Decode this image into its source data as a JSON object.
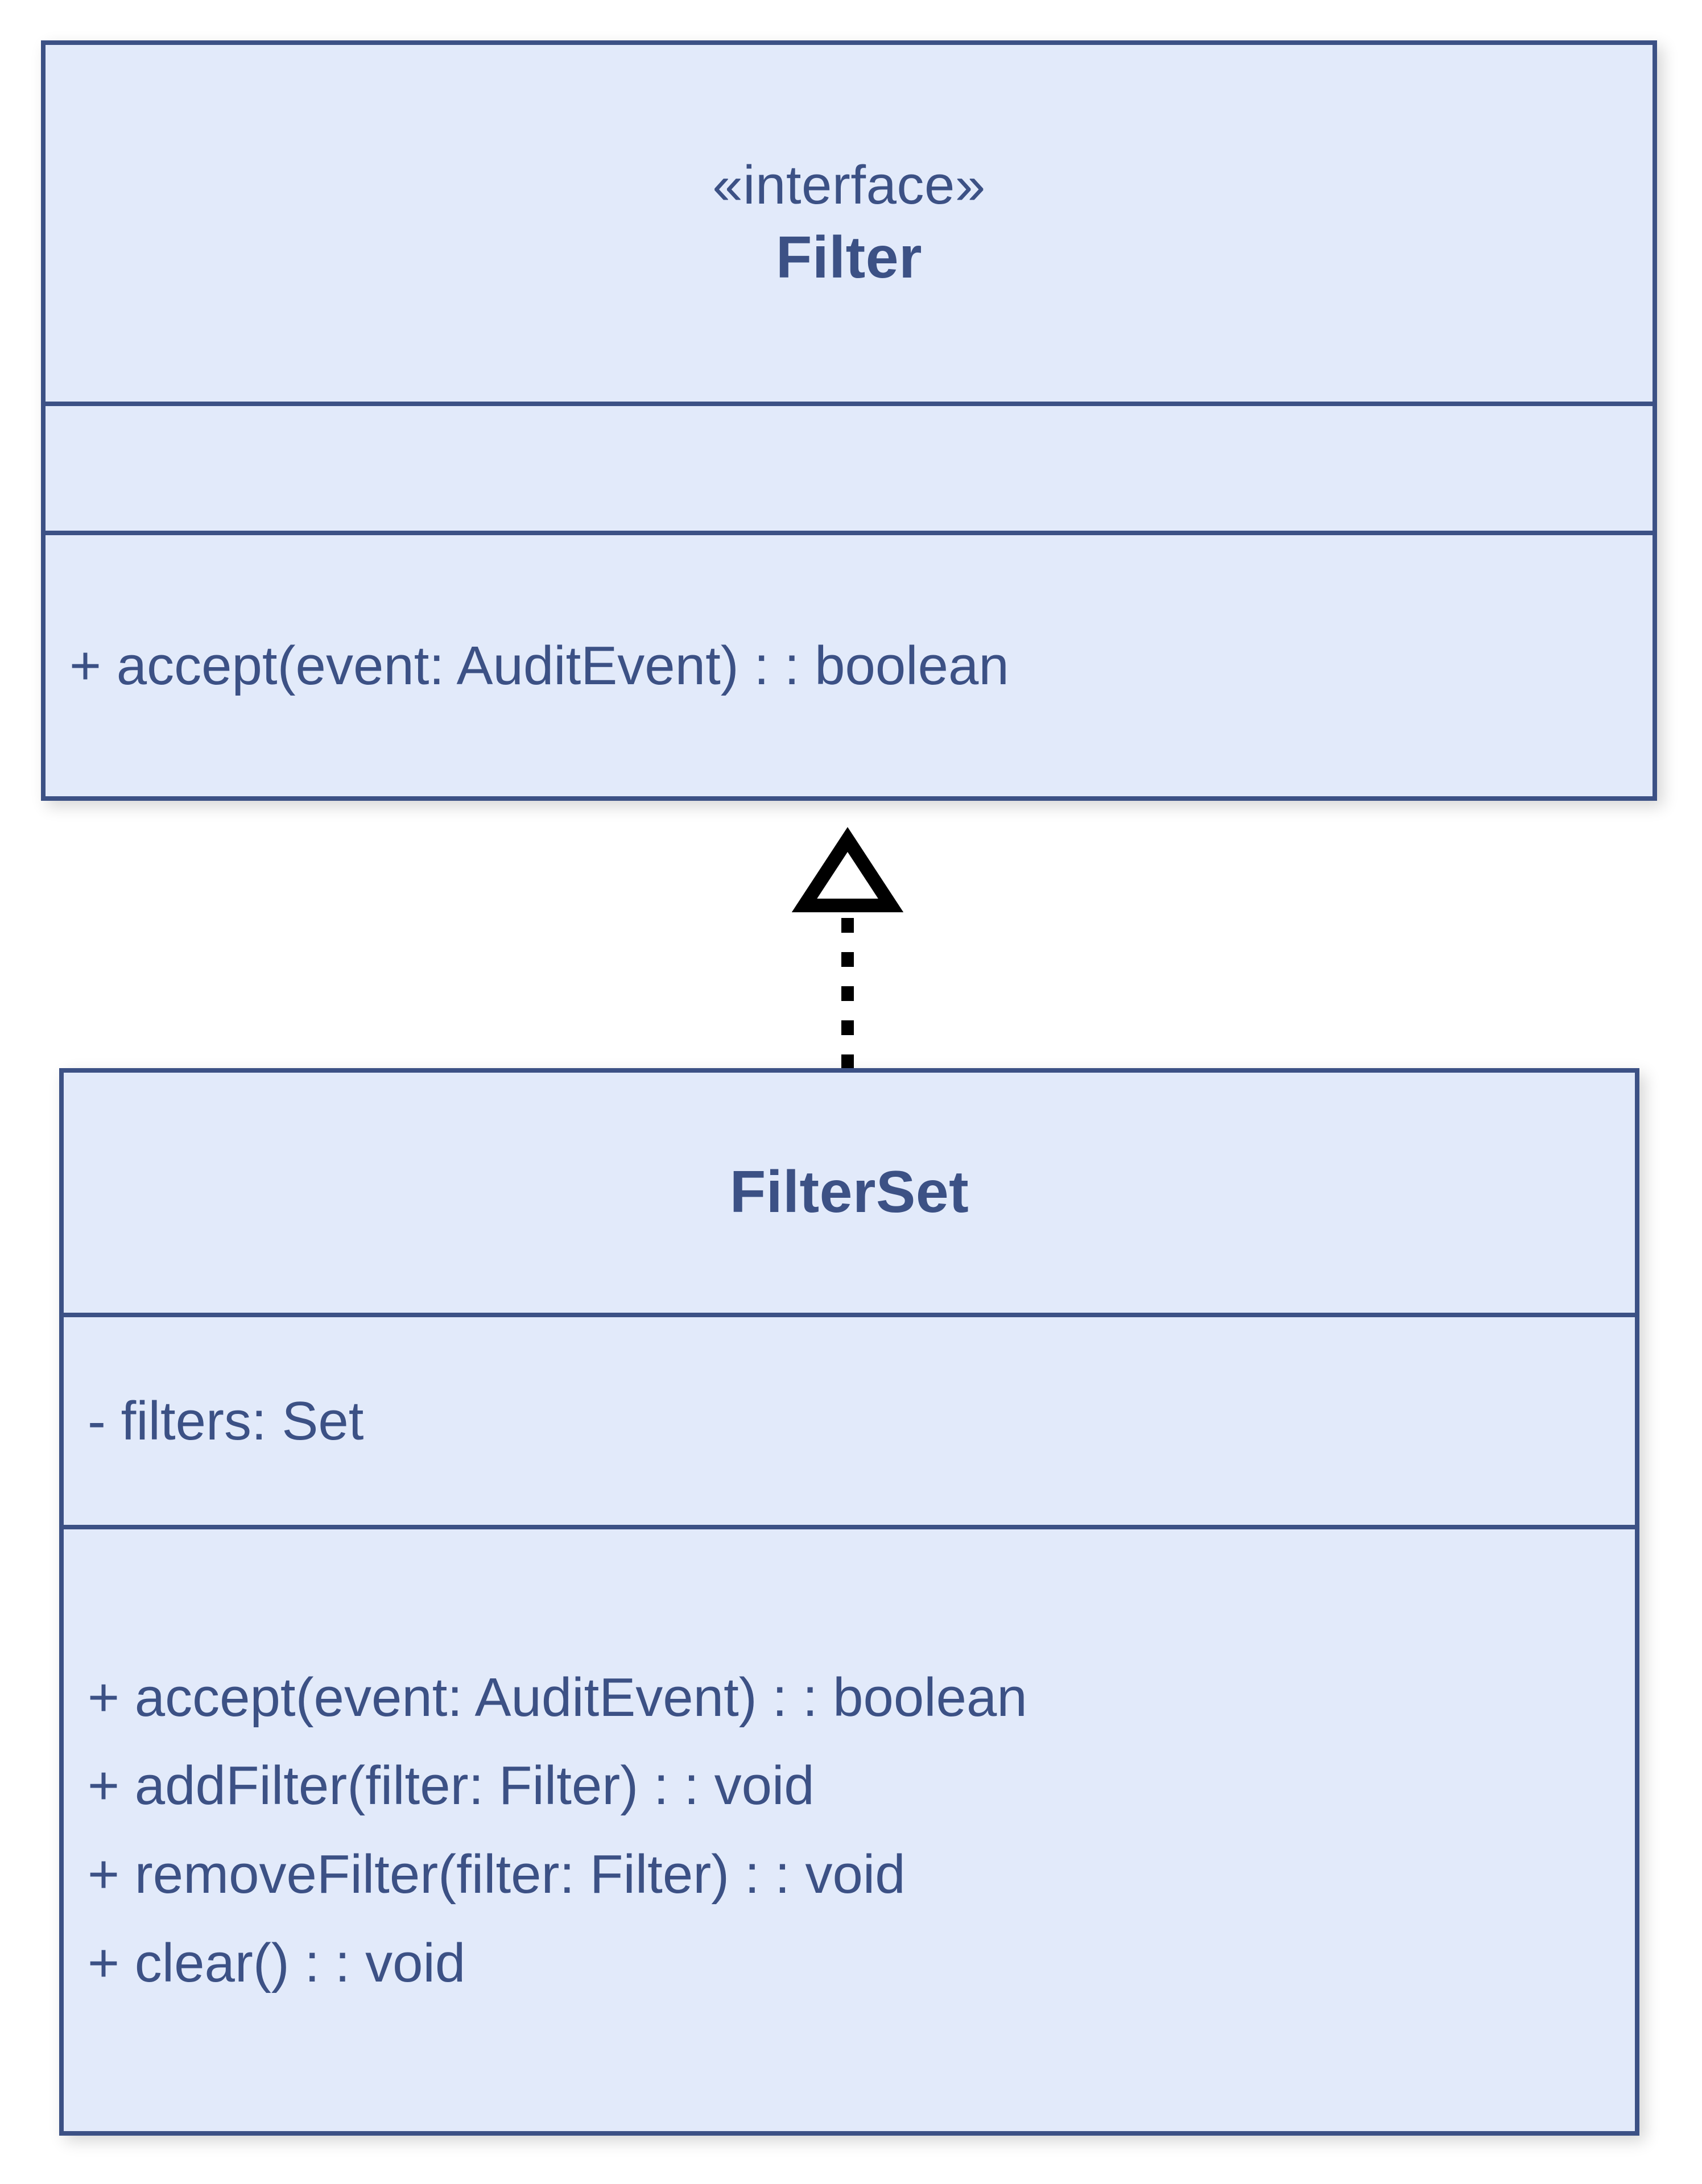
{
  "diagram": {
    "type": "uml-class-diagram",
    "background_color": "#ffffff",
    "class_fill_color": "#e2eafa",
    "class_border_color": "#3c5185",
    "text_color": "#3c5185",
    "connector_color": "#000000"
  },
  "classes": [
    {
      "id": "filter",
      "stereotype": "«interface»",
      "name": "Filter",
      "attributes": [],
      "methods": [
        "+ accept(event: AuditEvent) : : boolean"
      ]
    },
    {
      "id": "filterset",
      "stereotype": "",
      "name": "FilterSet",
      "attributes": [
        "- filters: Set"
      ],
      "methods": [
        "+ accept(event: AuditEvent) : : boolean",
        "+ addFilter(filter: Filter) : : void",
        "+ removeFilter(filter: Filter) : : void",
        "+ clear() : : void"
      ]
    }
  ],
  "relationships": [
    {
      "id": "realization-filterset-filter",
      "kind": "realization",
      "from": "FilterSet",
      "to": "Filter",
      "line_style": "dotted",
      "arrowhead": "hollow-triangle",
      "color": "#000000"
    }
  ]
}
